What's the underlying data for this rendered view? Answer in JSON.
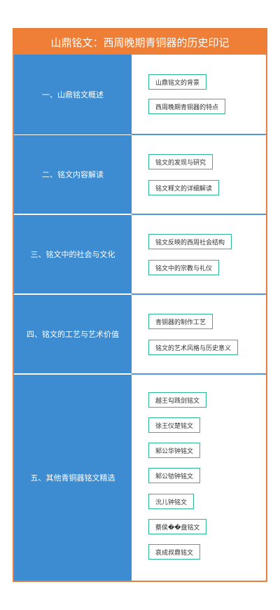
{
  "title": "山鼎铭文：西周晚期青铜器的历史印记",
  "sections": [
    {
      "label": "一、山鼎铭文概述",
      "items": [
        "山鼎铭文的背景",
        "西周晚期青铜器的特点"
      ]
    },
    {
      "label": "二、铭文内容解读",
      "items": [
        "铭文的发现与研究",
        "铭文释文的详细解读"
      ]
    },
    {
      "label": "三、铭文中的社会与文化",
      "items": [
        "铭文反映的西周社会结构",
        "铭文中的宗教与礼仪"
      ]
    },
    {
      "label": "四、铭文的工艺与艺术价值",
      "items": [
        "青铜器的制作工艺",
        "铭文的艺术风格与历史意义"
      ]
    },
    {
      "label": "五、其他青铜器铭文精选",
      "items": [
        "越王勾践剑铭文",
        "徐王仪楚铭文",
        "邾公华钟铭文",
        "邾公劬钟铭文",
        "沇儿钟铭文",
        "蔡侯��盘铭文",
        "哀成叔鼎铭文"
      ]
    }
  ],
  "colors": {
    "title_bg": "#ef7f36",
    "category_bg": "#3d8bd1",
    "leaf_border": "#2db894"
  }
}
